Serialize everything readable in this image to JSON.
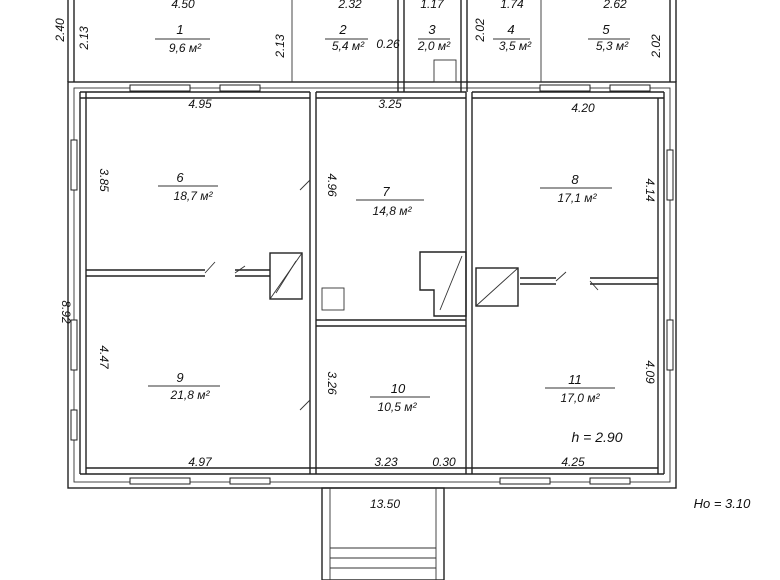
{
  "rooms": [
    {
      "id": "1",
      "area": "9,6 м²"
    },
    {
      "id": "2",
      "area": "5,4 м²"
    },
    {
      "id": "3",
      "area": "2,0 м²"
    },
    {
      "id": "4",
      "area": "3,5 м²"
    },
    {
      "id": "5",
      "area": "5,3 м²"
    },
    {
      "id": "6",
      "area": "18,7 м²"
    },
    {
      "id": "7",
      "area": "14,8 м²"
    },
    {
      "id": "8",
      "area": "17,1 м²"
    },
    {
      "id": "9",
      "area": "21,8 м²"
    },
    {
      "id": "10",
      "area": "10,5 м²"
    },
    {
      "id": "11",
      "area": "17,0 м²"
    }
  ],
  "dimensions": {
    "top_1": "4.50",
    "top_2": "2.32",
    "top_3": "1.17",
    "top_4": "1.74",
    "top_5": "2.62",
    "side_2_40": "2.40",
    "side_2_13_a": "2.13",
    "side_2_13_b": "2.13",
    "gap_0_26": "0.26",
    "side_2_02_a": "2.02",
    "side_2_02_b": "2.02",
    "w_4_95": "4.95",
    "w_3_25": "3.25",
    "w_4_20": "4.20",
    "h_3_85": "3.85",
    "h_4_96": "4.96",
    "h_4_14": "4.14",
    "total_h": "8.92",
    "h_4_47": "4.47",
    "h_3_26": "3.26",
    "h_4_09": "4.09",
    "w_4_97": "4.97",
    "w_3_23": "3.23",
    "w_0_30": "0.30",
    "w_4_25": "4.25",
    "total_w": "13.50"
  },
  "notes": {
    "ceiling_height": "h = 2.90",
    "base_height": "Ho = 3.10"
  }
}
